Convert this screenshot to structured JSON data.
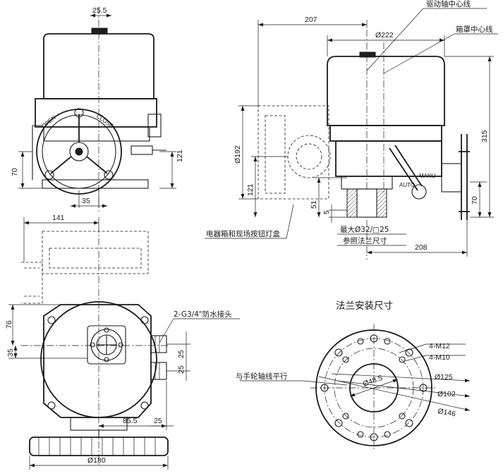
{
  "top_left_view": {
    "dim_top": "25.5",
    "dim_left": "70",
    "dim_right": "121",
    "dim_bottom": "35",
    "label_open": "OPEN",
    "label_close": "CLOSE"
  },
  "top_right_view": {
    "dim_width": "207",
    "dim_dia": "Ø222",
    "dim_height_left": "Ø192",
    "dim_121": "121",
    "dim_51": "51",
    "dim_5": "5",
    "dim_315": "315",
    "dim_70": "70",
    "dim_208": "208",
    "label_manu": "MANU",
    "label_auto": "AUTO",
    "callout_drive_axis": "驱动轴中心线",
    "callout_cover_axis": "箱罩中心线",
    "callout_box": "电器箱和现场按钮灯盒",
    "note_max_bore": "最大Ø32/□25",
    "note_flange": "参照法兰尺寸"
  },
  "bottom_left_view": {
    "dim_141": "141",
    "dim_76": "76",
    "dim_35": "35",
    "dim_25a": "25",
    "dim_25b": "25",
    "dim_85_5": "85.5",
    "dim_25c": "25",
    "dim_180": "Ø180",
    "callout_connector": "2-G3/4\"防水接头"
  },
  "flange_view": {
    "title": "法兰安装尺寸",
    "label_m12": "4-M12",
    "label_m10": "4-M10",
    "dim_48_5": "Ø48.5",
    "dim_125": "Ø125",
    "dim_102": "Ø102",
    "dim_146": "Ø146",
    "callout_parallel": "与手轮轴线平行"
  }
}
